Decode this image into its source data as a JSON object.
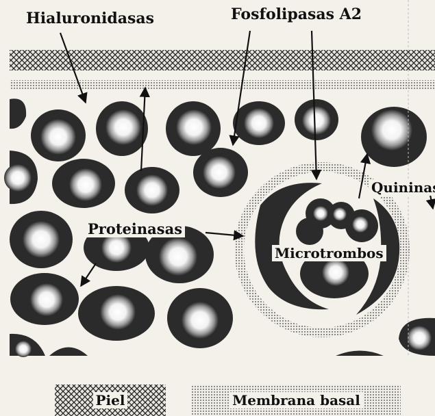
{
  "labels": {
    "hialuronidasas": "Hialuronidasas",
    "fosfolipasas": "Fosfolipasas A2",
    "quininas": "Quininas",
    "proteinasas": "Proteinasas",
    "microtrombos": "Microtrombos"
  },
  "legend": {
    "piel": "Piel",
    "membrana_basal": "Membrana basal"
  },
  "colors": {
    "cell_dark": "#2b2b2b",
    "cell_core": "#ffffff",
    "background": "#f4f1ea",
    "ink": "#111111"
  }
}
